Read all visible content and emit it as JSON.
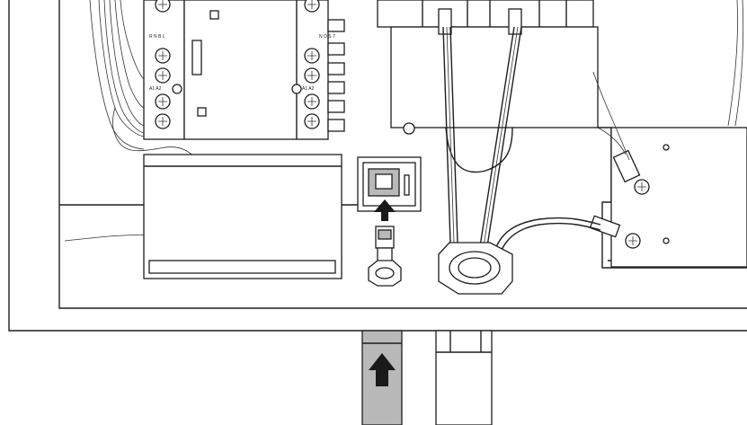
{
  "diagram": {
    "contactor_left": {
      "terminal_labels_upper": [
        "R",
        "N",
        "B",
        "L"
      ],
      "terminal_labels_lower": [
        "A1",
        "A2"
      ]
    },
    "contactor_right": {
      "terminal_labels_upper": [
        "N",
        "O",
        "S",
        "7"
      ],
      "terminal_labels_lower": [
        "A1",
        "A2"
      ]
    },
    "colors": {
      "line": "#1e1e1e",
      "conduit_fill": "#b9b9b9",
      "arrow": "#000000",
      "background": "#ffffff"
    }
  }
}
